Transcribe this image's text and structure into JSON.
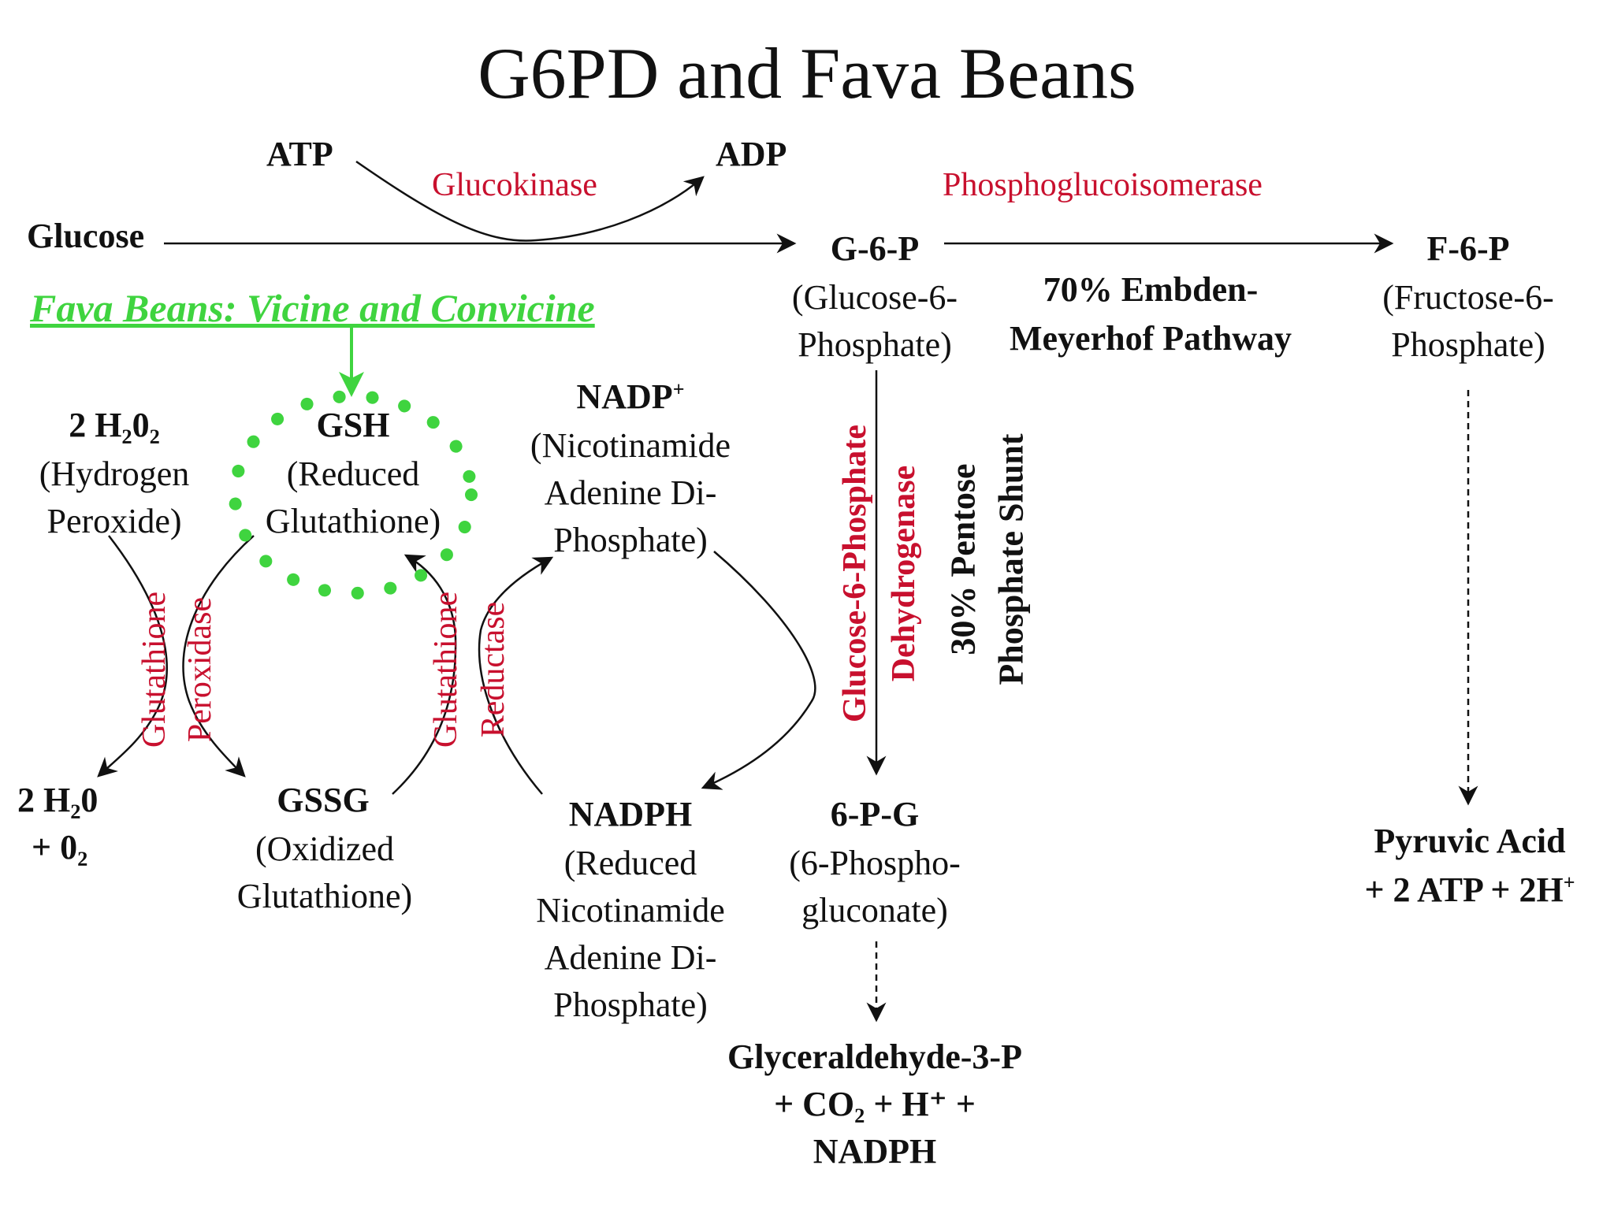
{
  "title": "G6PD and Fava Beans",
  "glycolysis": {
    "atp": "ATP",
    "adp": "ADP",
    "glucose": "Glucose",
    "glucokinase": "Glucokinase",
    "phosphoglucoisomerase": "Phosphoglucoisomerase",
    "g6p": {
      "name": "G-6-P",
      "line1": "(Glucose-6-",
      "line2": "Phosphate)"
    },
    "f6p": {
      "name": "F-6-P",
      "line1": "(Fructose-6-",
      "line2": "Phosphate)"
    },
    "emp_line1": "70% Embden-",
    "emp_line2": "Meyerhof Pathway",
    "pyruvic_line1": "Pyruvic Acid",
    "pyruvic_line2": "+ 2 ATP + 2H",
    "pyruvic_sup": "+"
  },
  "pentose": {
    "g6pd_line1": "Glucose-6-Phosphate",
    "g6pd_line2": "Dehydrogenase",
    "shunt_line1": "30% Pentose",
    "shunt_line2": "Phosphate Shunt",
    "sixpg": {
      "name": "6-P-G",
      "line1": "(6-Phospho-",
      "line2": "gluconate)"
    },
    "g3p_line1": "Glyceraldehyde-3-P",
    "g3p_line2": "+ CO₂ + H⁺ +",
    "g3p_line3": "NADPH"
  },
  "glutathione": {
    "fava": "Fava Beans: Vicine and Convicine",
    "h2o2": {
      "name": "2 H₂0₂",
      "line1": "(Hydrogen",
      "line2": "Peroxide)"
    },
    "gsh": {
      "name": "GSH",
      "line1": "(Reduced",
      "line2": "Glutathione)"
    },
    "water": {
      "line1": "2 H₂0",
      "line2": "+ 0₂"
    },
    "gssg": {
      "name": "GSSG",
      "line1": "(Oxidized",
      "line2": "Glutathione)"
    },
    "peroxidase_line1": "Glutathione",
    "peroxidase_line2": "Peroxidase",
    "reductase_line1": "Glutathione",
    "reductase_line2": "Reductase",
    "nadp": {
      "name": "NADP",
      "sup": "+",
      "line1": "(Nicotinamide",
      "line2": "Adenine Di-",
      "line3": "Phosphate)"
    },
    "nadph": {
      "name": "NADPH",
      "line1": "(Reduced",
      "line2": "Nicotinamide",
      "line3": "Adenine Di-",
      "line4": "Phosphate)"
    }
  },
  "colors": {
    "enzyme": "#c8102e",
    "fava": "#3fd43f",
    "text": "#111111"
  }
}
